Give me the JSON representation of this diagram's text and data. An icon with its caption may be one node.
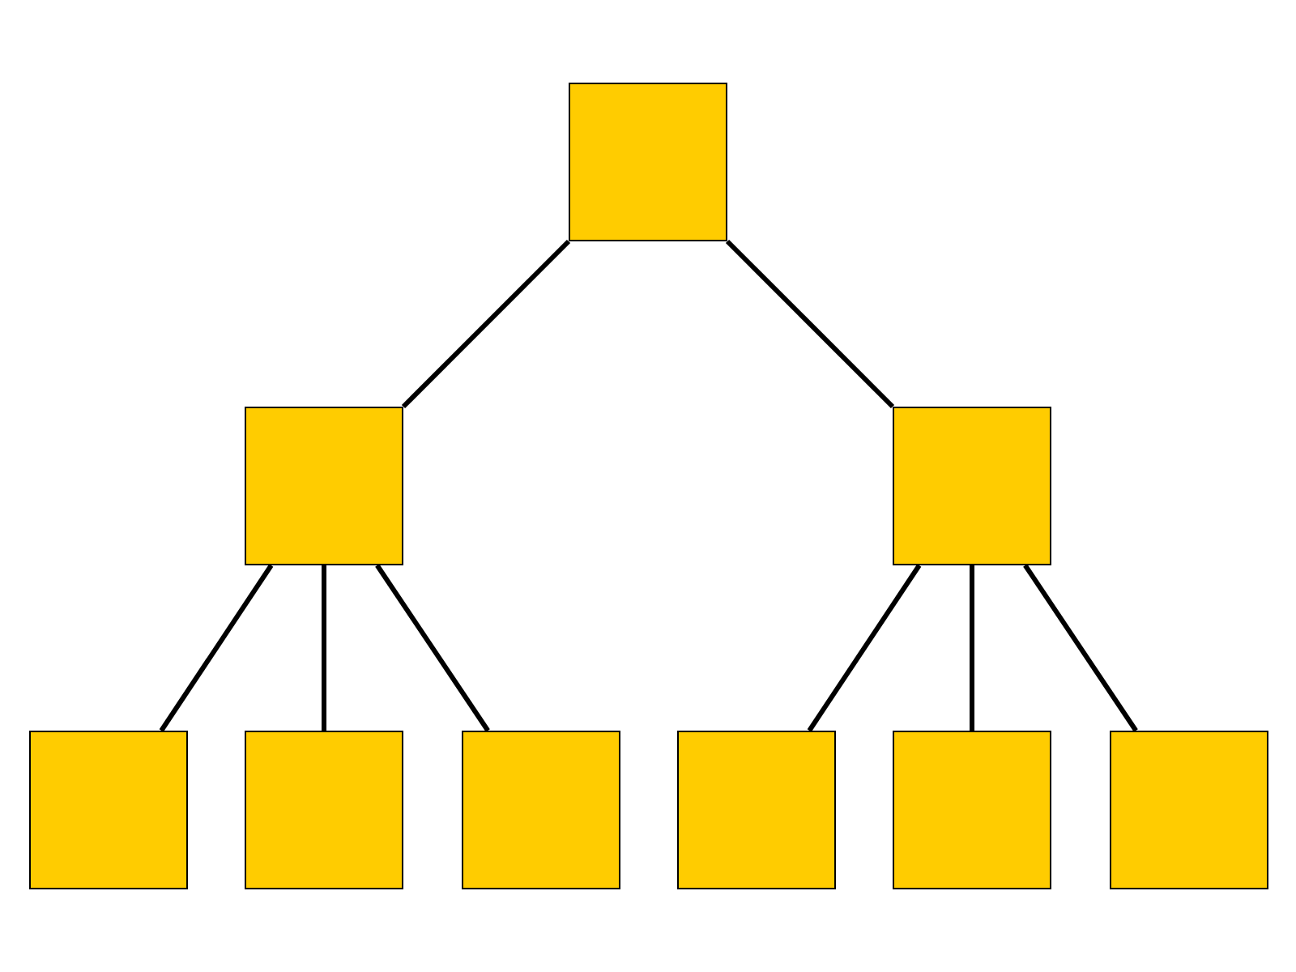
{
  "diagram": {
    "nodes": [
      {
        "text": [],
        "shape": "box"
      },
      {
        "text": [],
        "shape": "box"
      },
      {
        "text": [],
        "shape": "box"
      },
      {
        "text": [],
        "shape": "box"
      },
      {
        "text": [],
        "shape": "box"
      },
      {
        "text": [],
        "shape": "box"
      },
      {
        "text": [],
        "shape": "box"
      },
      {
        "text": [],
        "shape": "box"
      },
      {
        "text": [],
        "shape": "box"
      }
    ],
    "edges": [
      {
        "from": 0,
        "to": 1,
        "arrow": "none"
      },
      {
        "from": 0,
        "to": 2,
        "arrow": "none"
      },
      {
        "from": 1,
        "to": 3,
        "arrow": "none"
      },
      {
        "from": 1,
        "to": 4,
        "arrow": "none"
      },
      {
        "from": 1,
        "to": 5,
        "arrow": "none"
      },
      {
        "from": 2,
        "to": 6,
        "arrow": "none"
      },
      {
        "from": 2,
        "to": 7,
        "arrow": "none"
      },
      {
        "from": 2,
        "to": 8,
        "arrow": "none"
      }
    ]
  }
}
